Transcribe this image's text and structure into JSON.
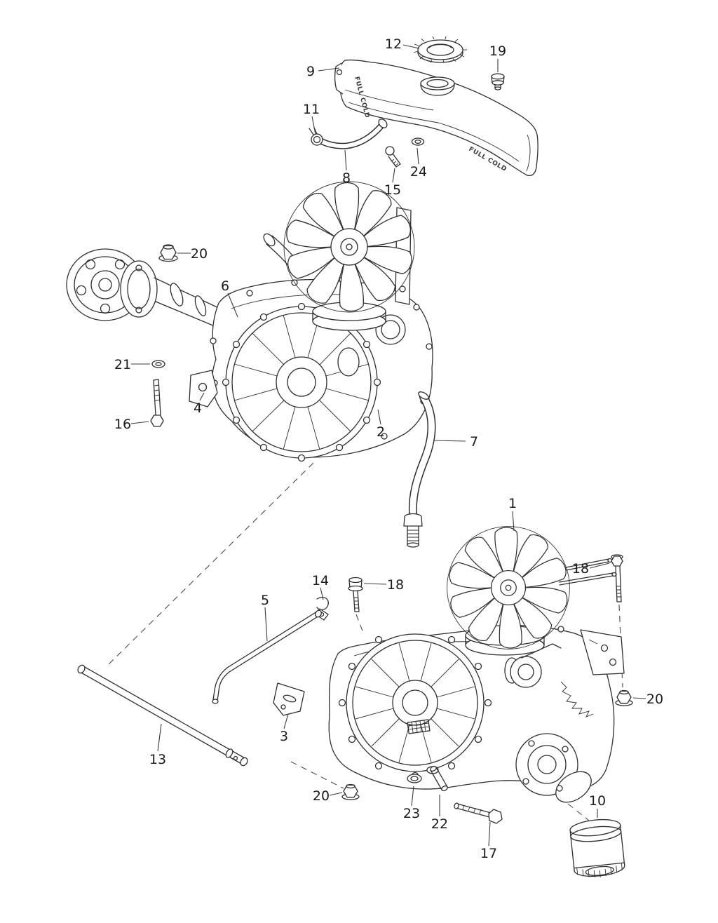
{
  "page": {
    "background": "#ffffff",
    "line_color": "#2e2e2e"
  },
  "diagram": {
    "tank_labels": {
      "left": "FULL COLD",
      "right": "FULL COLD"
    },
    "callouts": [
      {
        "n": "12"
      },
      {
        "n": "19"
      },
      {
        "n": "9"
      },
      {
        "n": "11"
      },
      {
        "n": "8"
      },
      {
        "n": "24"
      },
      {
        "n": "15"
      },
      {
        "n": "20"
      },
      {
        "n": "6"
      },
      {
        "n": "21"
      },
      {
        "n": "4"
      },
      {
        "n": "16"
      },
      {
        "n": "2"
      },
      {
        "n": "7"
      },
      {
        "n": "1"
      },
      {
        "n": "18"
      },
      {
        "n": "14"
      },
      {
        "n": "18"
      },
      {
        "n": "5"
      },
      {
        "n": "20"
      },
      {
        "n": "3"
      },
      {
        "n": "13"
      },
      {
        "n": "20"
      },
      {
        "n": "23"
      },
      {
        "n": "22"
      },
      {
        "n": "17"
      },
      {
        "n": "10"
      }
    ]
  }
}
